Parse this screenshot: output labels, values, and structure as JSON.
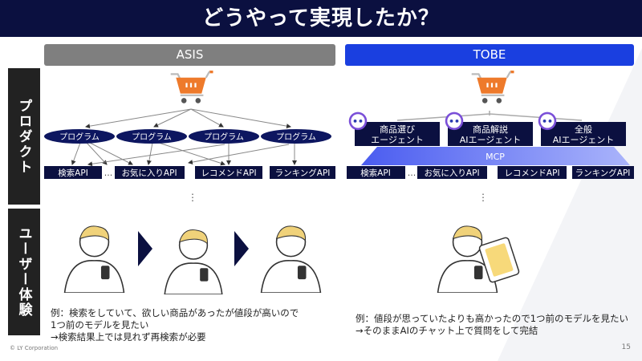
{
  "title": "どうやって実現したか？",
  "sides": {
    "product": "プロダクト",
    "ux": "ユーザー体験"
  },
  "asis": {
    "header": "ASIS",
    "program": "プログラム",
    "apis": [
      "検索API",
      "お気に入りAPI",
      "レコメンドAPI",
      "ランキングAPI"
    ],
    "ellipsis": "…",
    "vdots": "⋮",
    "caption": [
      "例：検索をしていて、欲しい商品があったが値段が高いので",
      "1つ前のモデルを見たい",
      "→検索結果上では見れず再検索が必要"
    ]
  },
  "tobe": {
    "header": "TOBE",
    "agents": [
      [
        "商品選び",
        "エージェント"
      ],
      [
        "商品解説",
        "AIエージェント"
      ],
      [
        "全般",
        "AIエージェント"
      ]
    ],
    "mcp": "MCP",
    "apis": [
      "検索API",
      "お気に入りAPI",
      "レコメンドAPI",
      "ランキングAPI"
    ],
    "ellipsis": "…",
    "vdots": "⋮",
    "caption": [
      "例：値段が思っていたよりも高かったので1つ前のモデルを見たい",
      "→そのままAIのチャット上で質問をして完結"
    ]
  },
  "footer": {
    "copyright": "© LY Corporation",
    "page": "15"
  },
  "colors": {
    "navy": "#0b1040",
    "asis": "#7f7f7f",
    "tobe": "#1a3fe0",
    "cart": "#ee7a2b"
  }
}
